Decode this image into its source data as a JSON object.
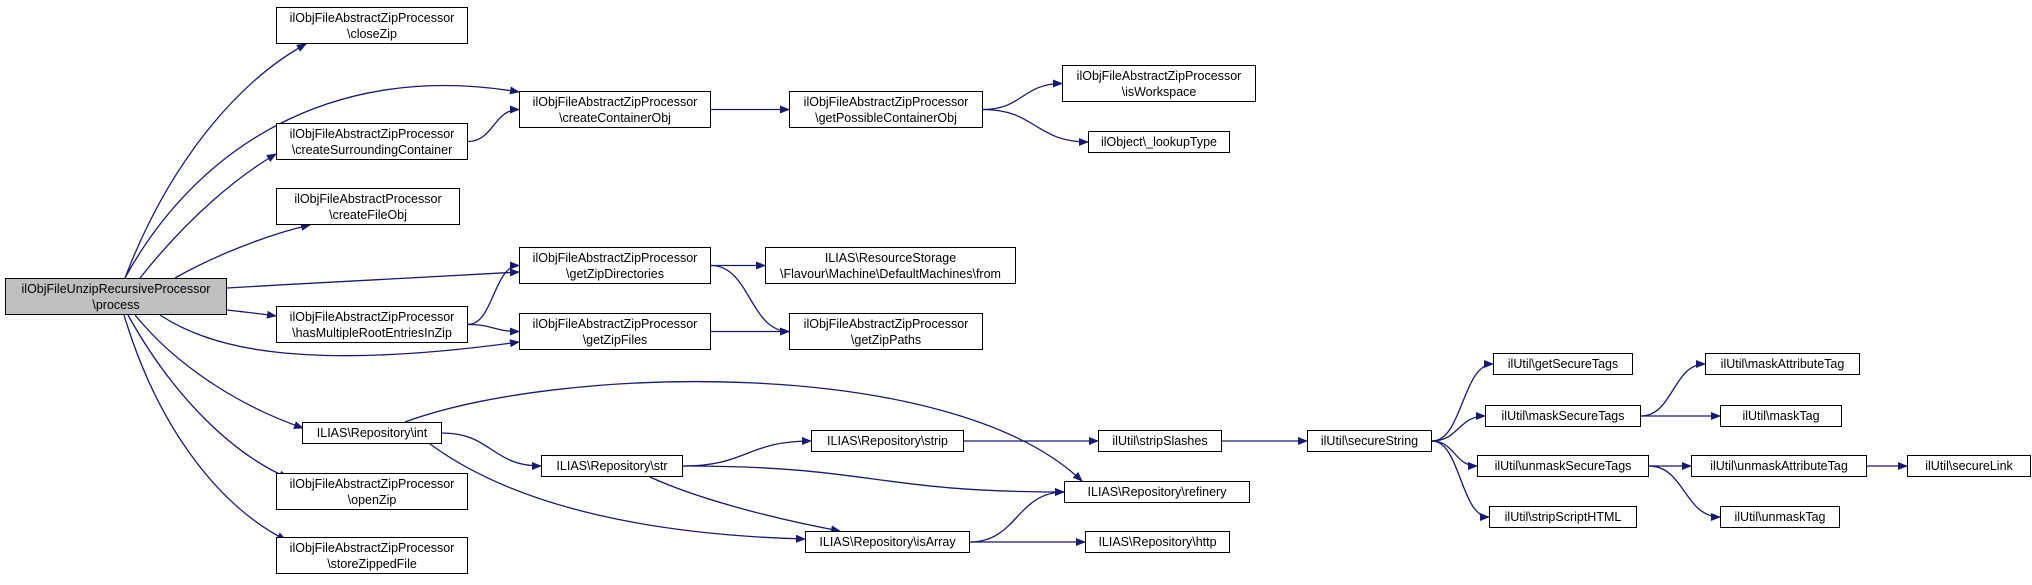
{
  "diagram": {
    "edge_color": "#191970",
    "root_fill": "#bfbfbf",
    "nodes": [
      {
        "id": "root",
        "line1": "ilObjFileUnzipRecursiveProcessor",
        "line2": "\\process"
      },
      {
        "id": "closeZip",
        "line1": "ilObjFileAbstractZipProcessor",
        "line2": "\\closeZip"
      },
      {
        "id": "createContainerObj",
        "line1": "ilObjFileAbstractZipProcessor",
        "line2": "\\createContainerObj"
      },
      {
        "id": "createSurroundingContainer",
        "line1": "ilObjFileAbstractZipProcessor",
        "line2": "\\createSurroundingContainer"
      },
      {
        "id": "createFileObj",
        "line1": "ilObjFileAbstractProcessor",
        "line2": "\\createFileObj"
      },
      {
        "id": "getZipDirectories",
        "line1": "ilObjFileAbstractZipProcessor",
        "line2": "\\getZipDirectories"
      },
      {
        "id": "hasMultipleRootEntriesInZip",
        "line1": "ilObjFileAbstractZipProcessor",
        "line2": "\\hasMultipleRootEntriesInZip"
      },
      {
        "id": "getZipFiles",
        "line1": "ilObjFileAbstractZipProcessor",
        "line2": "\\getZipFiles"
      },
      {
        "id": "int",
        "line1": "ILIAS\\Repository\\int",
        "line2": ""
      },
      {
        "id": "openZip",
        "line1": "ilObjFileAbstractZipProcessor",
        "line2": "\\openZip"
      },
      {
        "id": "storeZippedFile",
        "line1": "ilObjFileAbstractZipProcessor",
        "line2": "\\storeZippedFile"
      },
      {
        "id": "getPossibleContainerObj",
        "line1": "ilObjFileAbstractZipProcessor",
        "line2": "\\getPossibleContainerObj"
      },
      {
        "id": "isWorkspace",
        "line1": "ilObjFileAbstractZipProcessor",
        "line2": "\\isWorkspace"
      },
      {
        "id": "lookupType",
        "line1": "ilObject\\_lookupType",
        "line2": ""
      },
      {
        "id": "from",
        "line1": "ILIAS\\ResourceStorage",
        "line2": "\\Flavour\\Machine\\DefaultMachines\\from"
      },
      {
        "id": "getZipPaths",
        "line1": "ilObjFileAbstractZipProcessor",
        "line2": "\\getZipPaths"
      },
      {
        "id": "str",
        "line1": "ILIAS\\Repository\\str",
        "line2": ""
      },
      {
        "id": "isArray",
        "line1": "ILIAS\\Repository\\isArray",
        "line2": ""
      },
      {
        "id": "strip",
        "line1": "ILIAS\\Repository\\strip",
        "line2": ""
      },
      {
        "id": "refinery",
        "line1": "ILIAS\\Repository\\refinery",
        "line2": ""
      },
      {
        "id": "http",
        "line1": "ILIAS\\Repository\\http",
        "line2": ""
      },
      {
        "id": "stripSlashes",
        "line1": "ilUtil\\stripSlashes",
        "line2": ""
      },
      {
        "id": "secureString",
        "line1": "ilUtil\\secureString",
        "line2": ""
      },
      {
        "id": "getSecureTags",
        "line1": "ilUtil\\getSecureTags",
        "line2": ""
      },
      {
        "id": "maskSecureTags",
        "line1": "ilUtil\\maskSecureTags",
        "line2": ""
      },
      {
        "id": "unmaskSecureTags",
        "line1": "ilUtil\\unmaskSecureTags",
        "line2": ""
      },
      {
        "id": "stripScriptHTML",
        "line1": "ilUtil\\stripScriptHTML",
        "line2": ""
      },
      {
        "id": "maskAttributeTag",
        "line1": "ilUtil\\maskAttributeTag",
        "line2": ""
      },
      {
        "id": "maskTag",
        "line1": "ilUtil\\maskTag",
        "line2": ""
      },
      {
        "id": "unmaskAttributeTag",
        "line1": "ilUtil\\unmaskAttributeTag",
        "line2": ""
      },
      {
        "id": "unmaskTag",
        "line1": "ilUtil\\unmaskTag",
        "line2": ""
      },
      {
        "id": "secureLink",
        "line1": "ilUtil\\secureLink",
        "line2": ""
      }
    ],
    "edges": [
      [
        "root",
        "closeZip"
      ],
      [
        "root",
        "createContainerObj"
      ],
      [
        "root",
        "createSurroundingContainer"
      ],
      [
        "root",
        "createFileObj"
      ],
      [
        "root",
        "getZipDirectories"
      ],
      [
        "root",
        "hasMultipleRootEntriesInZip"
      ],
      [
        "root",
        "getZipFiles"
      ],
      [
        "root",
        "int"
      ],
      [
        "root",
        "openZip"
      ],
      [
        "root",
        "storeZippedFile"
      ],
      [
        "createSurroundingContainer",
        "createContainerObj"
      ],
      [
        "createContainerObj",
        "getPossibleContainerObj"
      ],
      [
        "getPossibleContainerObj",
        "isWorkspace"
      ],
      [
        "getPossibleContainerObj",
        "lookupType"
      ],
      [
        "getZipDirectories",
        "from"
      ],
      [
        "getZipDirectories",
        "getZipPaths"
      ],
      [
        "hasMultipleRootEntriesInZip",
        "getZipDirectories"
      ],
      [
        "hasMultipleRootEntriesInZip",
        "getZipFiles"
      ],
      [
        "getZipFiles",
        "getZipPaths"
      ],
      [
        "int",
        "str"
      ],
      [
        "int",
        "isArray"
      ],
      [
        "int",
        "refinery"
      ],
      [
        "str",
        "strip"
      ],
      [
        "str",
        "isArray"
      ],
      [
        "str",
        "refinery"
      ],
      [
        "isArray",
        "refinery"
      ],
      [
        "isArray",
        "http"
      ],
      [
        "strip",
        "stripSlashes"
      ],
      [
        "stripSlashes",
        "secureString"
      ],
      [
        "secureString",
        "getSecureTags"
      ],
      [
        "secureString",
        "maskSecureTags"
      ],
      [
        "secureString",
        "unmaskSecureTags"
      ],
      [
        "secureString",
        "stripScriptHTML"
      ],
      [
        "maskSecureTags",
        "maskAttributeTag"
      ],
      [
        "maskSecureTags",
        "maskTag"
      ],
      [
        "unmaskSecureTags",
        "unmaskAttributeTag"
      ],
      [
        "unmaskSecureTags",
        "unmaskTag"
      ],
      [
        "unmaskAttributeTag",
        "secureLink"
      ]
    ]
  }
}
